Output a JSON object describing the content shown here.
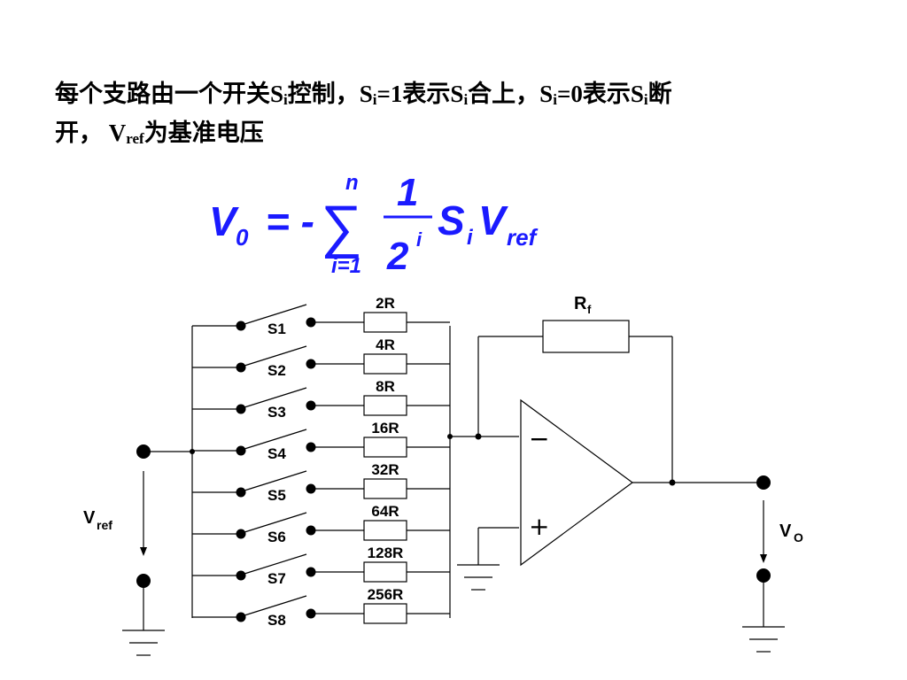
{
  "caption": {
    "line1_part1": "每个支路由一个开关S",
    "sub_i": "i",
    "line1_part2": "控制，S",
    "line1_part3": "=1表示S",
    "line1_part4": "合上，S",
    "line1_part5": "=0表示S",
    "line1_part6": "断",
    "line2_part1": "开， V",
    "sub_ref": "ref",
    "line2_part2": "为基准电压"
  },
  "equation": {
    "color": "#1a1aff",
    "lhs": "V",
    "lhs_sub": "0",
    "equals": "= -",
    "sum_symbol": "∑",
    "sum_upper": "n",
    "sum_lower": "i=1",
    "numerator": "1",
    "denominator": "2",
    "denominator_exp": "i",
    "s": "S",
    "s_sub": "i",
    "v": "V",
    "v_sub": "ref"
  },
  "circuit": {
    "switches": [
      "S1",
      "S2",
      "S3",
      "S4",
      "S5",
      "S6",
      "S7",
      "S8"
    ],
    "resistors": [
      "2R",
      "4R",
      "8R",
      "16R",
      "32R",
      "64R",
      "128R",
      "256R"
    ],
    "feedback_resistor": "R",
    "feedback_sub": "f",
    "input_label": "V",
    "input_sub": "ref",
    "output_label": "V",
    "output_sub": "O",
    "opamp_minus": "−",
    "opamp_plus": "+"
  }
}
